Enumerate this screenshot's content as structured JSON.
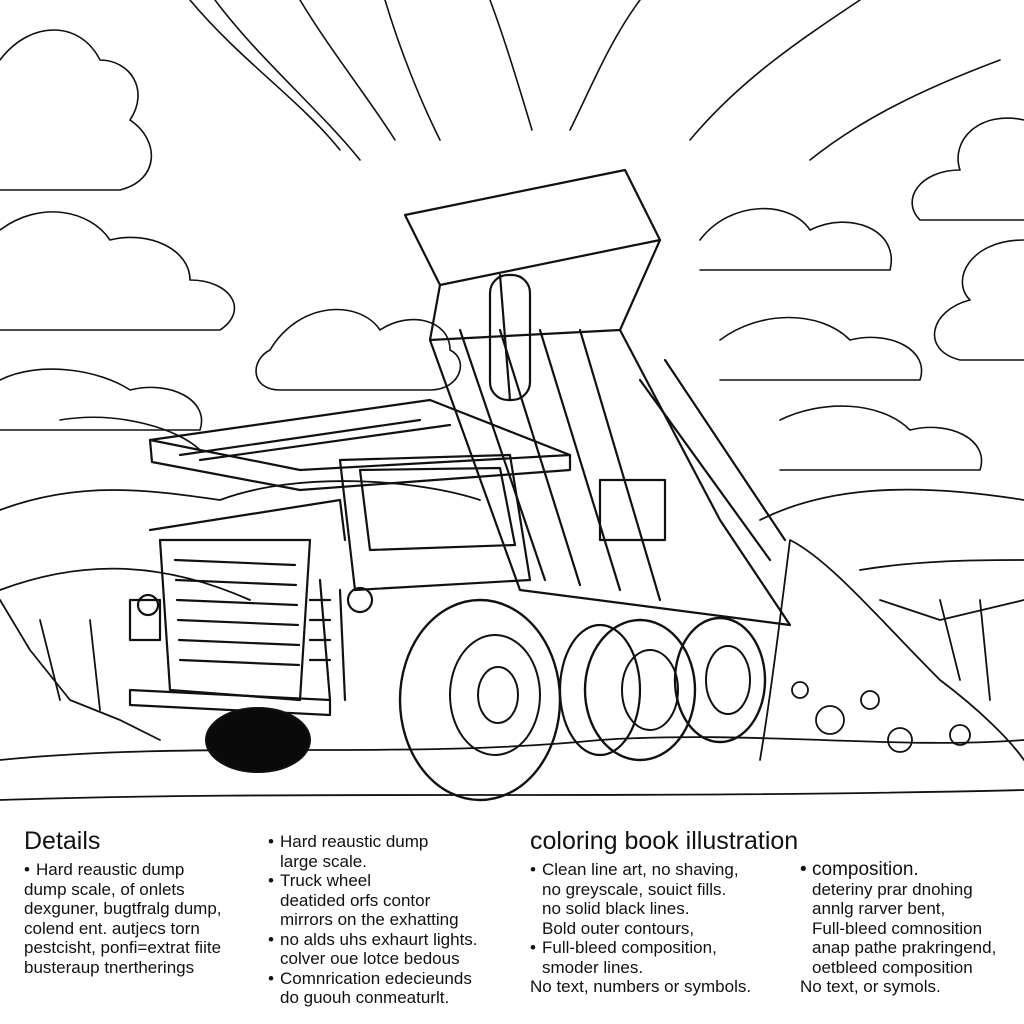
{
  "artwork": {
    "subject": "mining-dump-truck-line-art",
    "colors": {
      "line": "#111111",
      "paper": "#ffffff",
      "tire_fill": "#0a0a0a"
    }
  },
  "notes": {
    "col1": {
      "heading": "Details",
      "lines": [
        "Hard reaustic dump",
        "dump scale, of onlets",
        "dexguner, bugtfralg dump,",
        "colend ent. autjecs torn",
        "pestcisht, ponfi=extrat fiite",
        "busteraup tnertherings"
      ]
    },
    "col2": {
      "lines": [
        "Hard reaustic dump",
        "large scale.",
        "Truck wheel",
        "deatided orfs contor",
        "mirrors on the exhatting",
        "no alds uhs exhaurt lights.",
        "colver oue lotce bedous",
        "Comnrication edecieunds",
        "do guouh conmeaturlt."
      ]
    },
    "col3": {
      "heading": "coloring book illustration",
      "lines": [
        "Clean line art, no shaving,",
        "no greyscale, souict fills.",
        "no solid black lines.",
        "Bold outer contours,",
        "Full-bleed composition,",
        "smoder lines.",
        "No text, numbers or symbols."
      ]
    },
    "col4": {
      "lines": [
        "composition.",
        "deteriny prar dnohing",
        "annlg rarver bent,",
        "Full-bleed comnosition",
        "anap pathe prakringend,",
        "oetbleed composition",
        "No text, or symols."
      ]
    }
  }
}
